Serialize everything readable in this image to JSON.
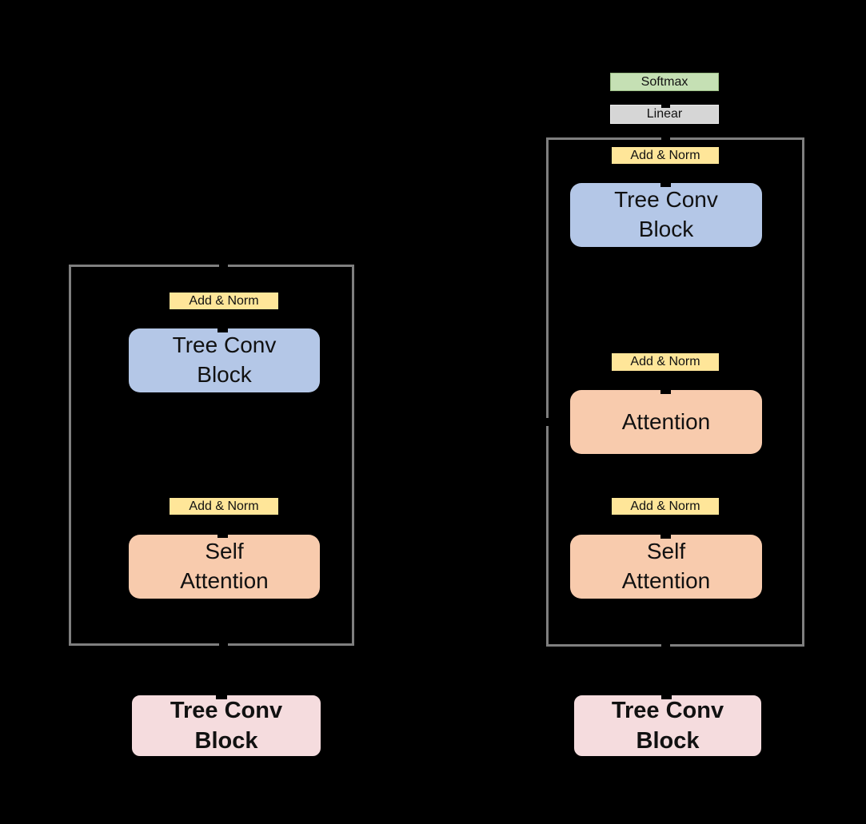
{
  "canvas": {
    "background": "#000000"
  },
  "colors": {
    "container_border": "#7f7f7f",
    "add_norm_fill": "#ffe699",
    "tree_conv_fill": "#b4c7e7",
    "attention_fill": "#f8cbad",
    "softmax_fill": "#c5e0b4",
    "linear_fill": "#d6d6d6",
    "io_block_fill": "#f5dcde",
    "io_block_border": "#000000",
    "text": "#111111"
  },
  "encoder": {
    "add_norm_top": "Add & Norm",
    "tree_conv_block": "Tree Conv\nBlock",
    "add_norm_bottom": "Add & Norm",
    "self_attention": "Self\nAttention",
    "input_block": "Tree Conv\nBlock"
  },
  "decoder": {
    "softmax": "Softmax",
    "linear": "Linear",
    "add_norm_top": "Add & Norm",
    "tree_conv_block": "Tree Conv\nBlock",
    "add_norm_middle": "Add & Norm",
    "attention": "Attention",
    "add_norm_bottom": "Add & Norm",
    "self_attention": "Self\nAttention",
    "input_block": "Tree Conv\nBlock"
  }
}
